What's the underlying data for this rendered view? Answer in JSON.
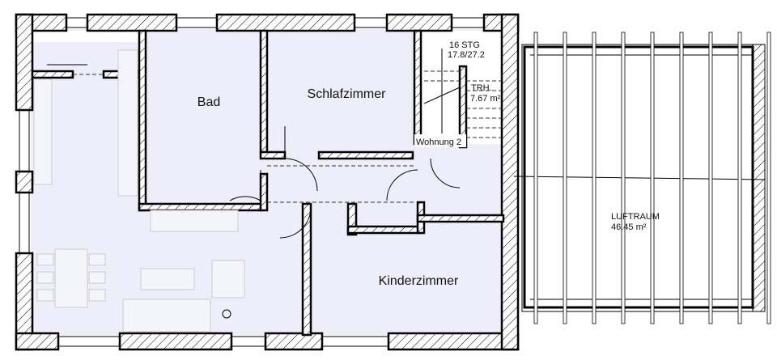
{
  "rooms": {
    "bad": "Bad",
    "schlafzimmer": "Schlafzimmer",
    "kinderzimmer": "Kinderzimmer",
    "wohnung": "Wohnung 2"
  },
  "stair": {
    "steps": "16 STG",
    "ratio": "17.8/27.2",
    "label": "TRH.",
    "area": "7.67 m²"
  },
  "luftraum": {
    "label": "LUFTRAUM",
    "area": "46.45 m²"
  },
  "colors": {
    "floor": "#eeeefa",
    "wall": "#000000"
  }
}
